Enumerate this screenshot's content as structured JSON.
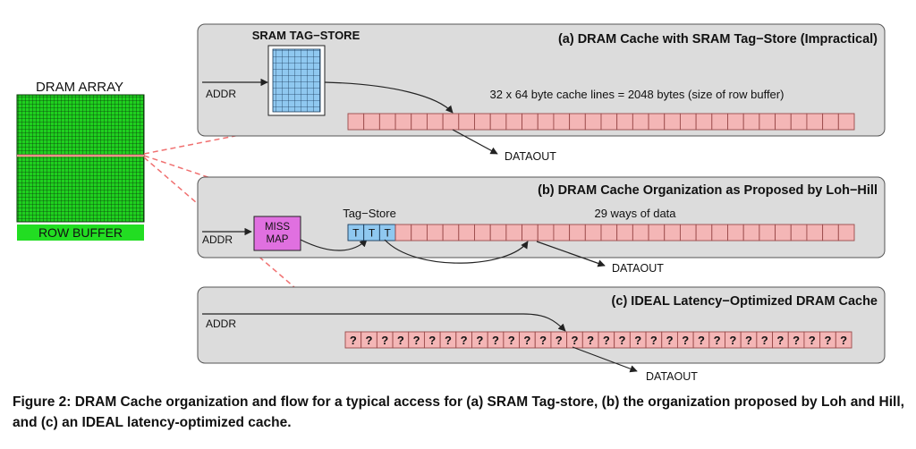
{
  "dram": {
    "title": "DRAM ARRAY",
    "row_buffer": "ROW BUFFER",
    "colors": {
      "array": "#1fd01f",
      "grid": "#0a3a0a",
      "row_highlight": "#ff8c8c",
      "row_buffer": "#22dd22"
    }
  },
  "panel_a": {
    "title": "(a) DRAM Cache with SRAM Tag−Store (Impractical)",
    "tag_store_label": "SRAM TAG−STORE",
    "addr": "ADDR",
    "lines_note": "32 x 64 byte cache lines = 2048 bytes (size of row buffer)",
    "dataout": "DATAOUT",
    "cells": 32
  },
  "panel_b": {
    "title": "(b) DRAM Cache Organization as Proposed by Loh−Hill",
    "missmap_label": "MISS MAP",
    "addr": "ADDR",
    "tag_store_label": "Tag−Store",
    "ways_label": "29 ways of data",
    "tags": [
      "T",
      "T",
      "T"
    ],
    "data_cells": 29,
    "dataout": "DATAOUT"
  },
  "panel_c": {
    "title": "(c) IDEAL Latency−Optimized DRAM Cache",
    "addr": "ADDR",
    "cell_label": "?",
    "cells": 32,
    "dataout": "DATAOUT"
  },
  "colors": {
    "panel_fill": "#dcdcdc",
    "panel_stroke": "#555555",
    "cache_cell": "#f4b6b6",
    "cache_stroke": "#9a4a4a",
    "tag_cell": "#8fc8f0",
    "missmap": "#e070e0",
    "dashed": "#f07070"
  },
  "caption": "Figure 2: DRAM Cache organization and flow for a typical access for (a) SRAM Tag-store, (b) the organization proposed by Loh and Hill, and (c) an IDEAL latency-optimized cache."
}
